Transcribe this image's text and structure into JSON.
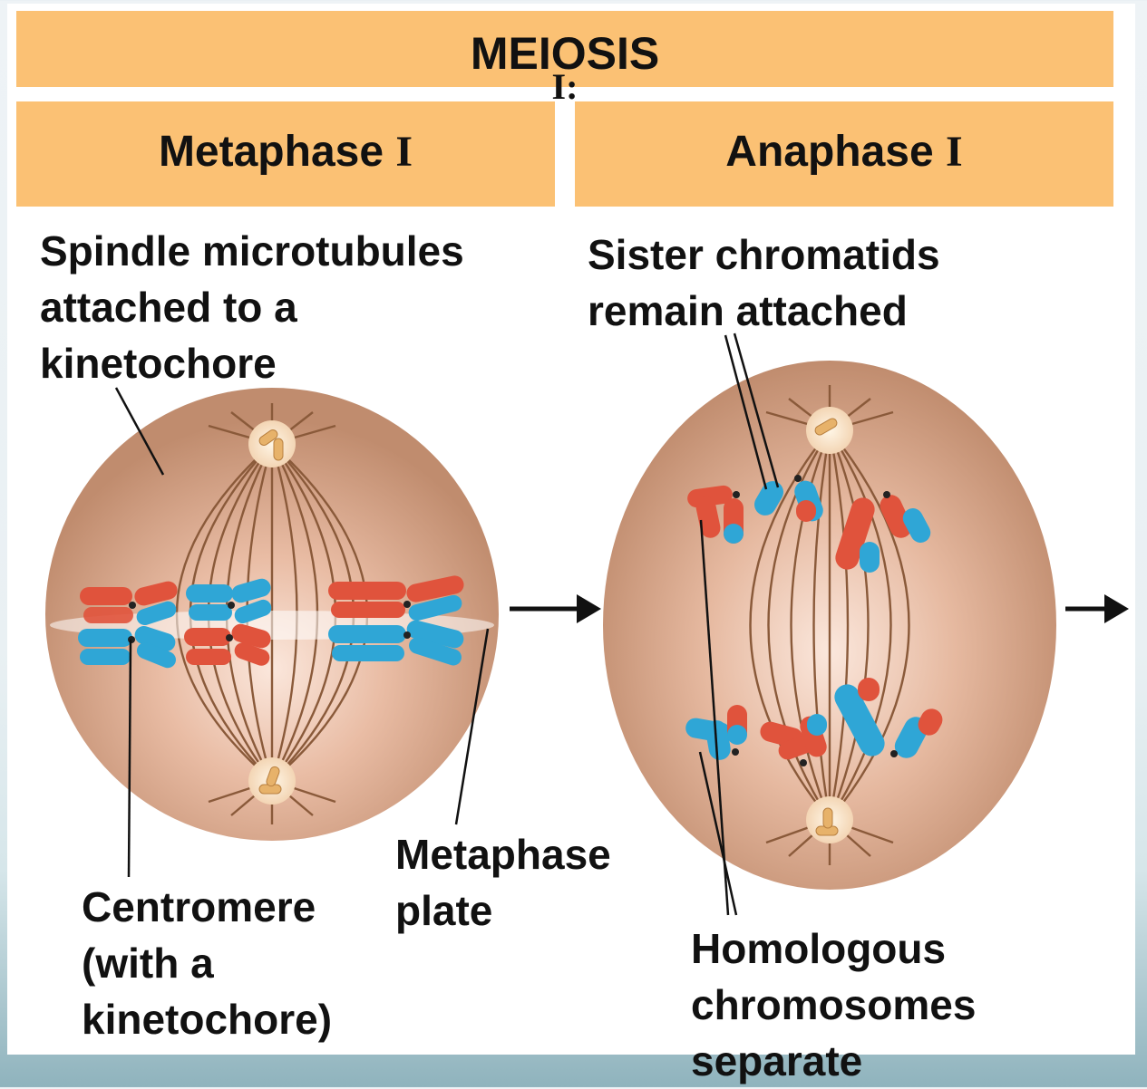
{
  "header": {
    "title": "MEIOSIS",
    "title_suffix": "I:"
  },
  "phases": [
    {
      "name": "Metaphase",
      "numeral": "I"
    },
    {
      "name": "Anaphase",
      "numeral": "I"
    }
  ],
  "labels": {
    "spindle": [
      "Spindle microtubules",
      "attached to a",
      "kinetochore"
    ],
    "sister": [
      "Sister chromatids",
      "remain attached"
    ],
    "centromere": [
      "Centromere",
      "(with a",
      "kinetochore)"
    ],
    "metaphase_plate": [
      "Metaphase",
      "plate"
    ],
    "homologous": [
      "Homologous",
      "chromosomes",
      "separate"
    ]
  },
  "colors": {
    "header_fill": "#fbc174",
    "cell_fill": "#d9a88b",
    "maternal_chromosome": "#e0533c",
    "paternal_chromosome": "#2fa6d6",
    "spindle_fiber": "#8a5a3a"
  }
}
